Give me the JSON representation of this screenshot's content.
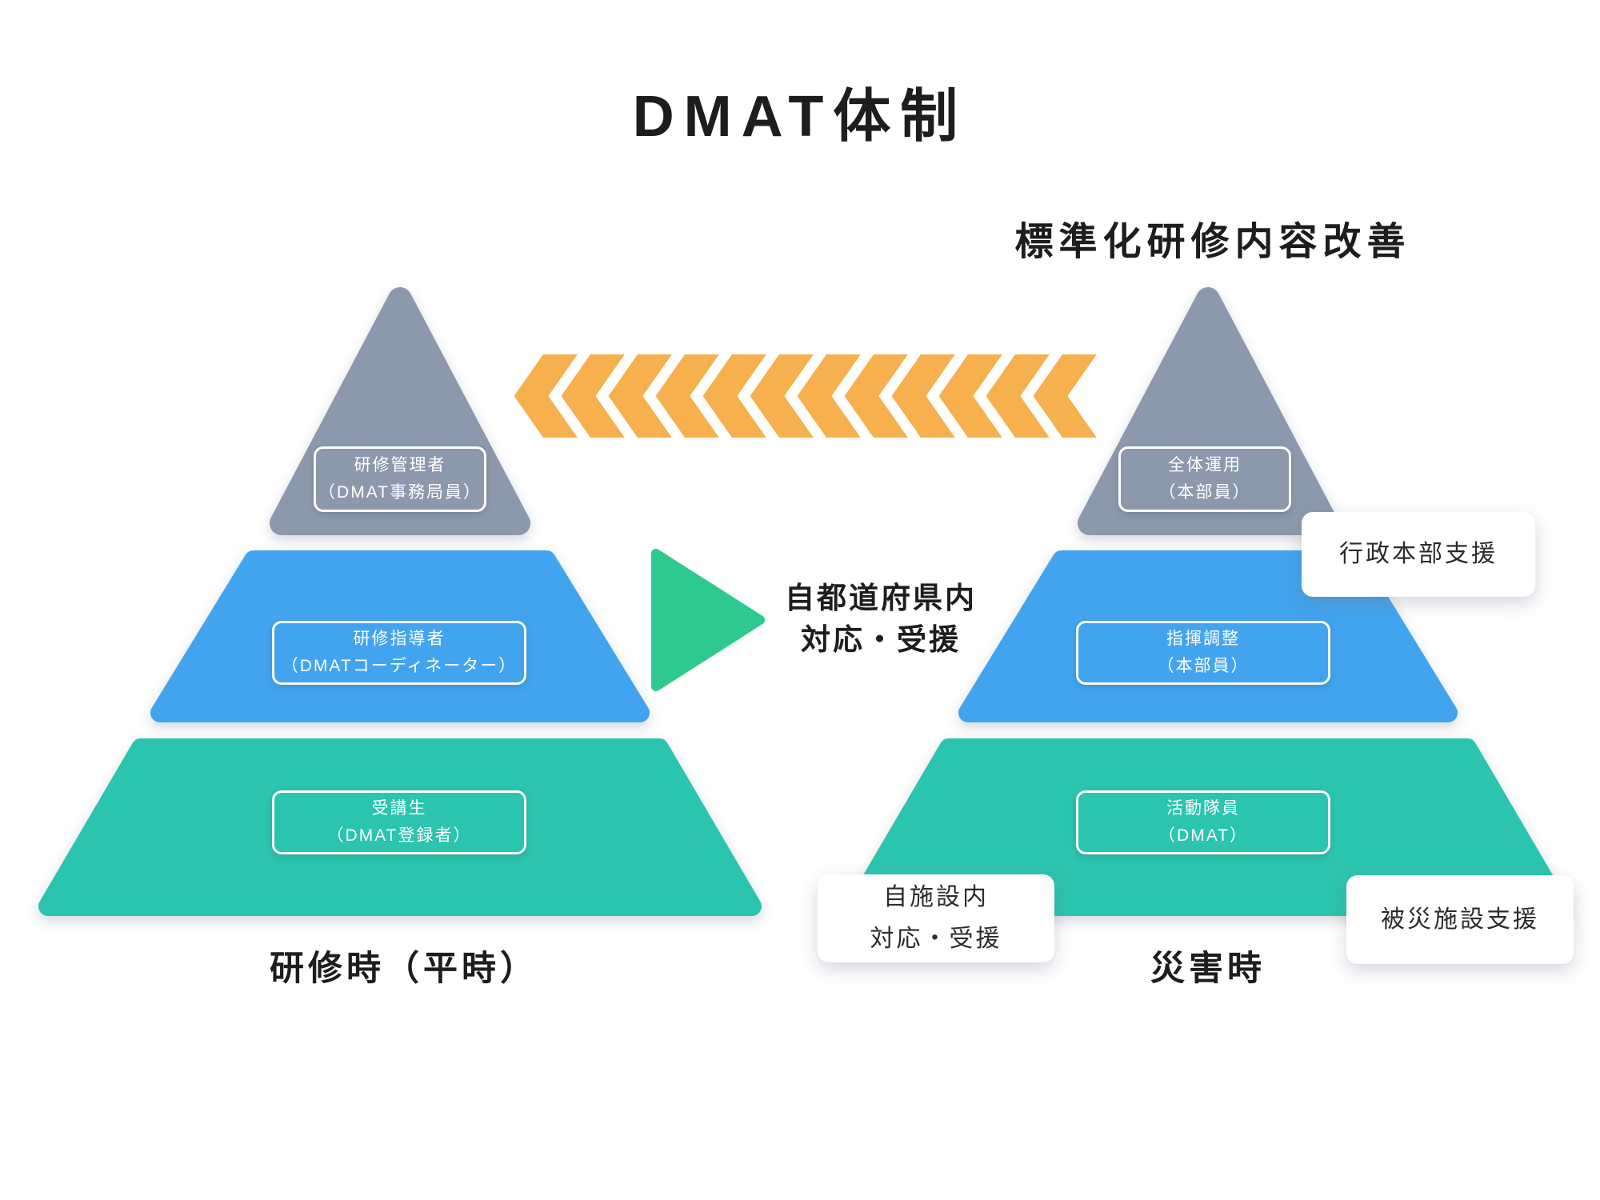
{
  "title": "DMAT体制",
  "subtitle": "標準化研修内容改善",
  "colors": {
    "gray": "#8C99AC",
    "blue": "#42A4EE",
    "teal": "#2BC4AE",
    "green": "#2EC98F",
    "orange": "#F7B04E"
  },
  "icons": {
    "backward_flow": "chevrons-left",
    "forward_flow": "triangle-right"
  },
  "left_pyramid": {
    "caption": "研修時（平時）",
    "tiers": [
      {
        "line1": "研修管理者",
        "line2": "（DMAT事務局員）"
      },
      {
        "line1": "研修指導者",
        "line2": "（DMATコーディネーター）"
      },
      {
        "line1": "受講生",
        "line2": "（DMAT登録者）"
      }
    ]
  },
  "right_pyramid": {
    "caption": "災害時",
    "tiers": [
      {
        "line1": "全体運用",
        "line2": "（本部員）"
      },
      {
        "line1": "指揮調整",
        "line2": "（本部員）"
      },
      {
        "line1": "活動隊員",
        "line2": "（DMAT）"
      }
    ]
  },
  "center_arrow_text": {
    "line1": "自都道府県内",
    "line2": "対応・受援"
  },
  "callouts": {
    "admin_hq": "行政本部支援",
    "own_facility": {
      "line1": "自施設内",
      "line2": "対応・受援"
    },
    "affected_facility": "被災施設支援"
  }
}
